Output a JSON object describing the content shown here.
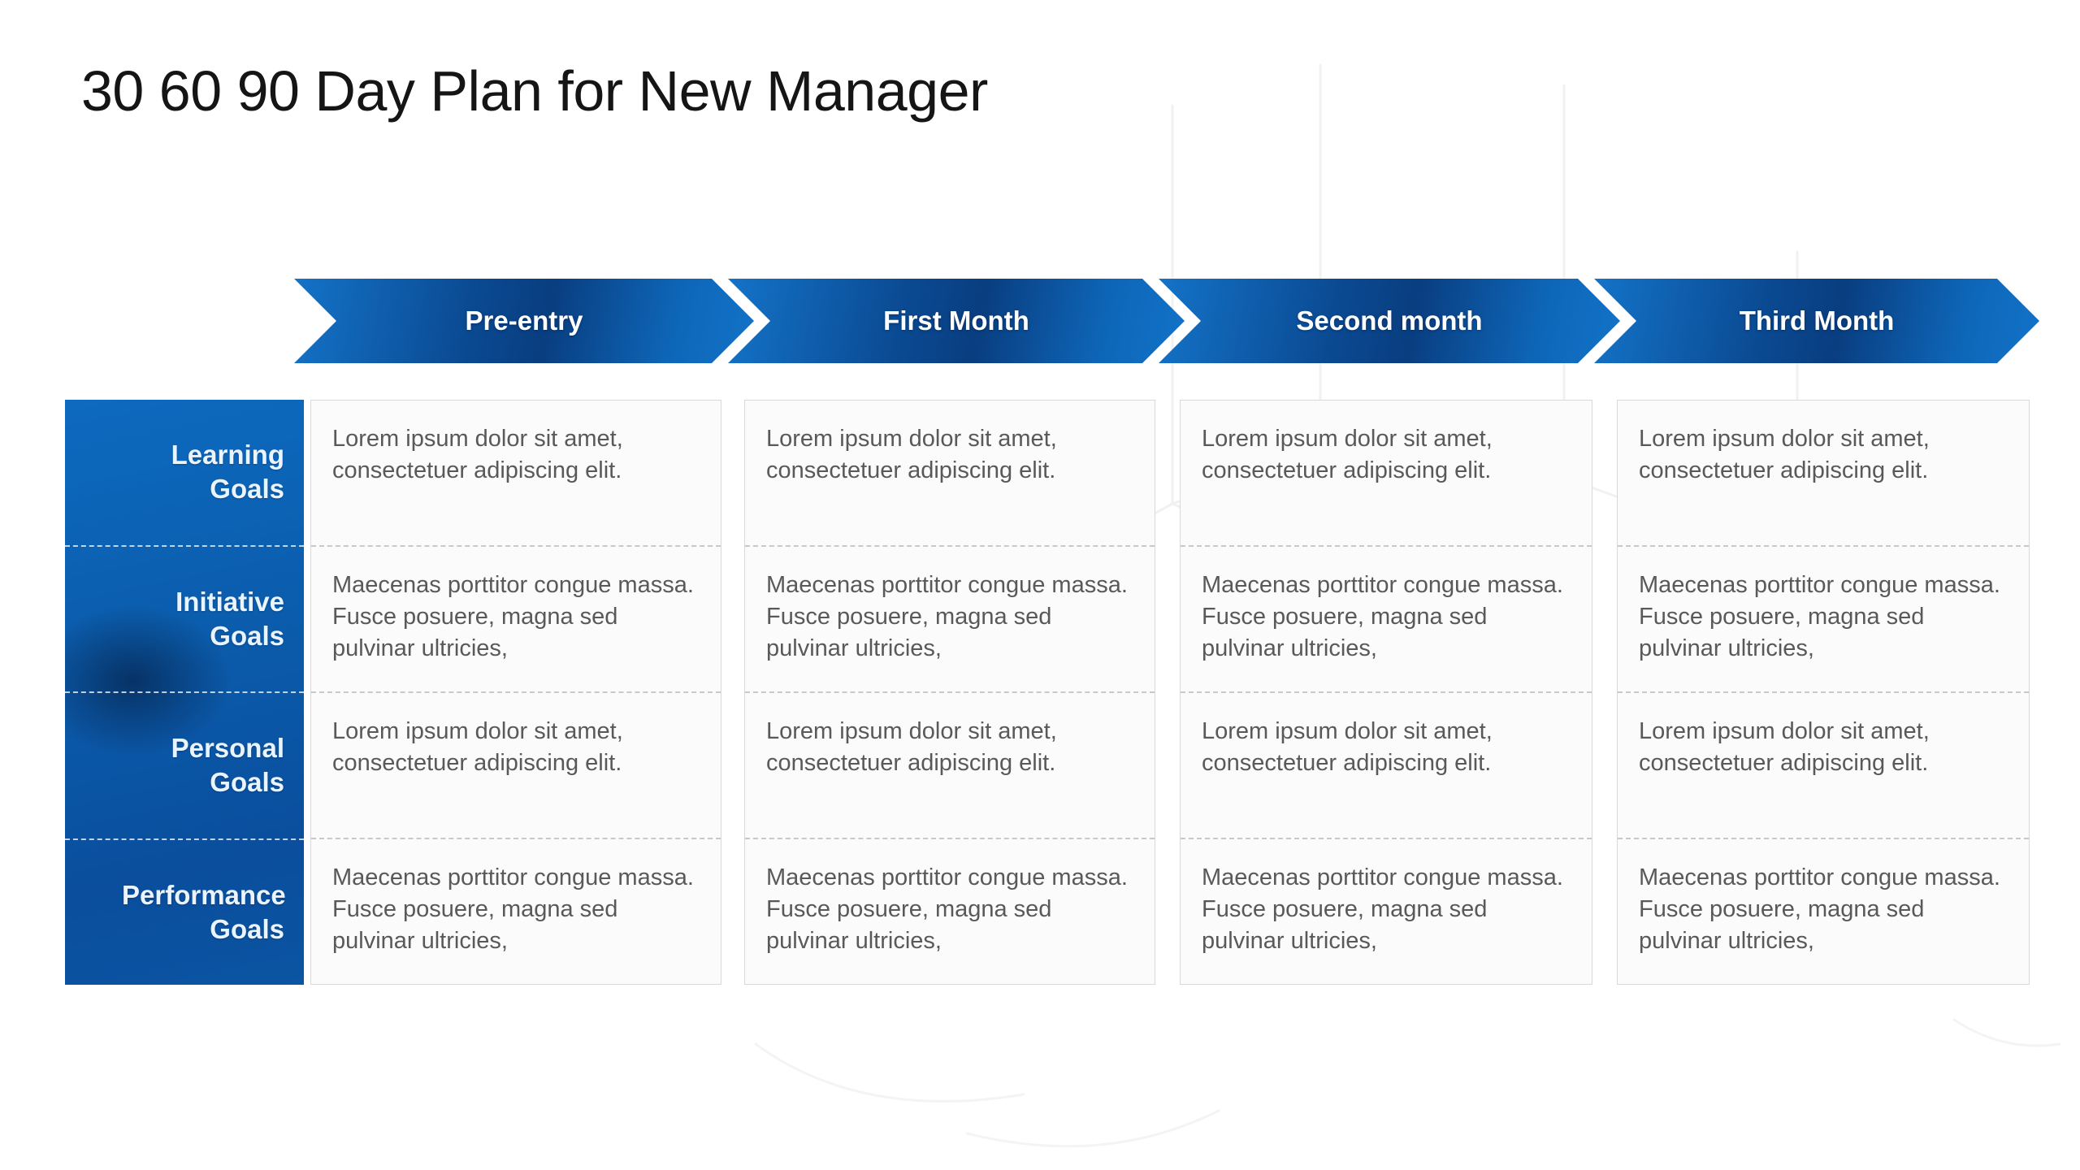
{
  "slide": {
    "title": "30 60 90 Day Plan for New Manager"
  },
  "timeline": {
    "phases": [
      {
        "label": "Pre-entry"
      },
      {
        "label": "First Month"
      },
      {
        "label": "Second month"
      },
      {
        "label": "Third Month"
      }
    ]
  },
  "table": {
    "rows": [
      {
        "header": "Learning Goals",
        "cells": [
          "Lorem ipsum dolor sit amet, consectetuer adipiscing elit.",
          "Lorem ipsum dolor sit amet, consectetuer adipiscing elit.",
          "Lorem ipsum dolor sit amet, consectetuer adipiscing elit.",
          "Lorem ipsum dolor sit amet, consectetuer adipiscing elit."
        ]
      },
      {
        "header": "Initiative Goals",
        "cells": [
          " Maecenas porttitor congue massa. Fusce posuere, magna sed pulvinar ultricies,",
          " Maecenas porttitor congue massa. Fusce posuere, magna sed pulvinar ultricies,",
          " Maecenas porttitor congue massa. Fusce posuere, magna sed pulvinar ultricies,",
          " Maecenas porttitor congue massa. Fusce posuere, magna sed pulvinar ultricies,"
        ]
      },
      {
        "header": "Personal Goals",
        "cells": [
          "Lorem ipsum dolor sit amet, consectetuer adipiscing elit.",
          "Lorem ipsum dolor sit amet, consectetuer adipiscing elit.",
          "Lorem ipsum dolor sit amet, consectetuer adipiscing elit.",
          "Lorem ipsum dolor sit amet, consectetuer adipiscing elit."
        ]
      },
      {
        "header": "Performance Goals",
        "cells": [
          " Maecenas porttitor congue massa. Fusce posuere, magna sed pulvinar ultricies,",
          " Maecenas porttitor congue massa. Fusce posuere, magna sed pulvinar ultricies,",
          " Maecenas porttitor congue massa. Fusce posuere, magna sed pulvinar ultricies,",
          " Maecenas porttitor congue massa. Fusce posuere, magna sed pulvinar ultricies,"
        ]
      }
    ]
  },
  "colors": {
    "arrow_blue_light": "#1273C8",
    "arrow_blue_dark": "#093E80",
    "header_column_blue": "#0B5CAC",
    "cell_background": "#FBFBFB",
    "cell_border": "#D9D9D9",
    "cell_text": "#595959",
    "title_text": "#151515",
    "label_text": "#EAF4FE"
  }
}
